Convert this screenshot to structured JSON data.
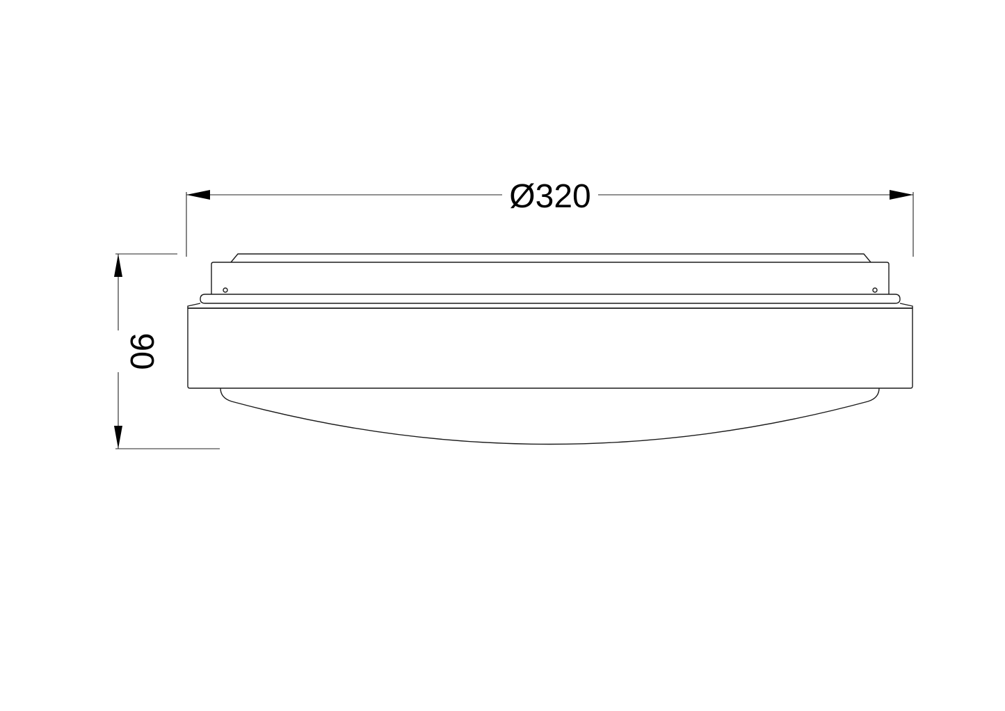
{
  "drawing": {
    "subject": "ceiling light side view",
    "diameter_label": "Ø320",
    "height_label": "90",
    "units": "mm"
  }
}
